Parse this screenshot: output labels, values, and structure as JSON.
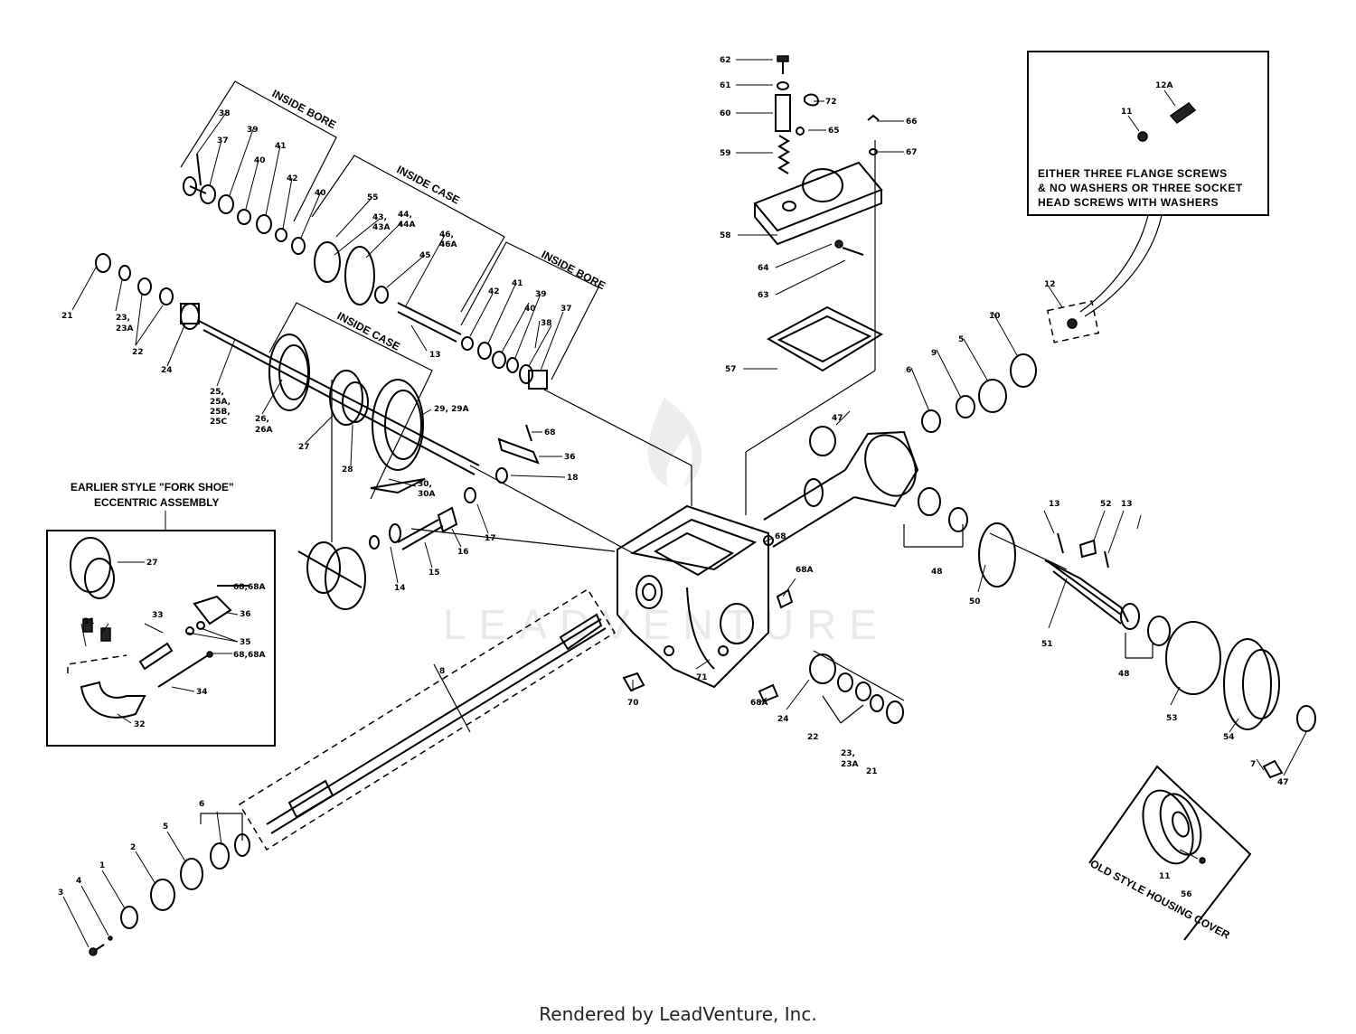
{
  "footer": "Rendered by LeadVenture, Inc.",
  "watermark": "LEADVENTURE",
  "callout_box": {
    "line1": "EITHER THREE FLANGE SCREWS",
    "line2": "& NO WASHERS OR THREE SOCKET",
    "line3": "HEAD SCREWS WITH WASHERS",
    "part_a": "12A",
    "part_b": "11"
  },
  "inset_box": {
    "title1": "EARLIER STYLE \"FORK SHOE\"",
    "title2": "ECCENTRIC ASSEMBLY"
  },
  "old_style": {
    "caption": "OLD STYLE HOUSING COVER",
    "part_a": "11",
    "part_b": "56"
  },
  "brackets": {
    "inside_bore_1": "INSIDE BORE",
    "inside_case_1": "INSIDE CASE",
    "inside_bore_2": "INSIDE BORE",
    "inside_case_2": "INSIDE CASE"
  },
  "labels": {
    "l1": "1",
    "l2": "2",
    "l3": "3",
    "l4": "4",
    "l5": "5",
    "l6": "6",
    "l7": "7",
    "l8": "8",
    "l9": "9",
    "l10": "10",
    "l12": "12",
    "l13a": "13",
    "l13b": "13",
    "l13c": "13",
    "l14": "14",
    "l15": "15",
    "l16": "16",
    "l17": "17",
    "l18": "18",
    "l21a": "21",
    "l21b": "21",
    "l22a": "22",
    "l22b": "22",
    "l23a": "23,",
    "l23b": "23A",
    "l23c": "23,",
    "l23d": "23A",
    "l24a": "24",
    "l24b": "24",
    "l25a": "25,",
    "l25b": "25A,",
    "l25c": "25B,",
    "l25d": "25C",
    "l26a": "26,",
    "l26b": "26A",
    "l27a": "27",
    "l27b": "27",
    "l28": "28",
    "l29": "29, 29A",
    "l30a": "30,",
    "l30b": "30A",
    "l32": "32",
    "l33": "33",
    "l34": "34",
    "l35": "35",
    "l36a": "36",
    "l36b": "36",
    "l37a": "37",
    "l37b": "37",
    "l38a": "38",
    "l38b": "38",
    "l39a": "39",
    "l39b": "39",
    "l40a": "40",
    "l40b": "40",
    "l40c": "40",
    "l41a": "41",
    "l41b": "41",
    "l42a": "42",
    "l42b": "42",
    "l43a": "43,",
    "l43b": "43A",
    "l44a": "44,",
    "l44b": "44A",
    "l45": "45",
    "l46a": "46,",
    "l46b": "46A",
    "l47a": "47",
    "l47b": "47",
    "l48a": "48",
    "l48b": "48",
    "l50": "50",
    "l51": "51",
    "l52": "52",
    "l53": "53",
    "l54": "54",
    "l55": "55",
    "l57": "57",
    "l58": "58",
    "l59": "59",
    "l60": "60",
    "l61": "61",
    "l62": "62",
    "l63": "63",
    "l64": "64",
    "l65": "65",
    "l66": "66",
    "l67": "67",
    "l68a": "68",
    "l68b": "68",
    "l68c": "68A",
    "l68d": "68A",
    "l68e": "68,68A",
    "l70": "70",
    "l71": "71",
    "l72": "72",
    "l31": "31"
  }
}
